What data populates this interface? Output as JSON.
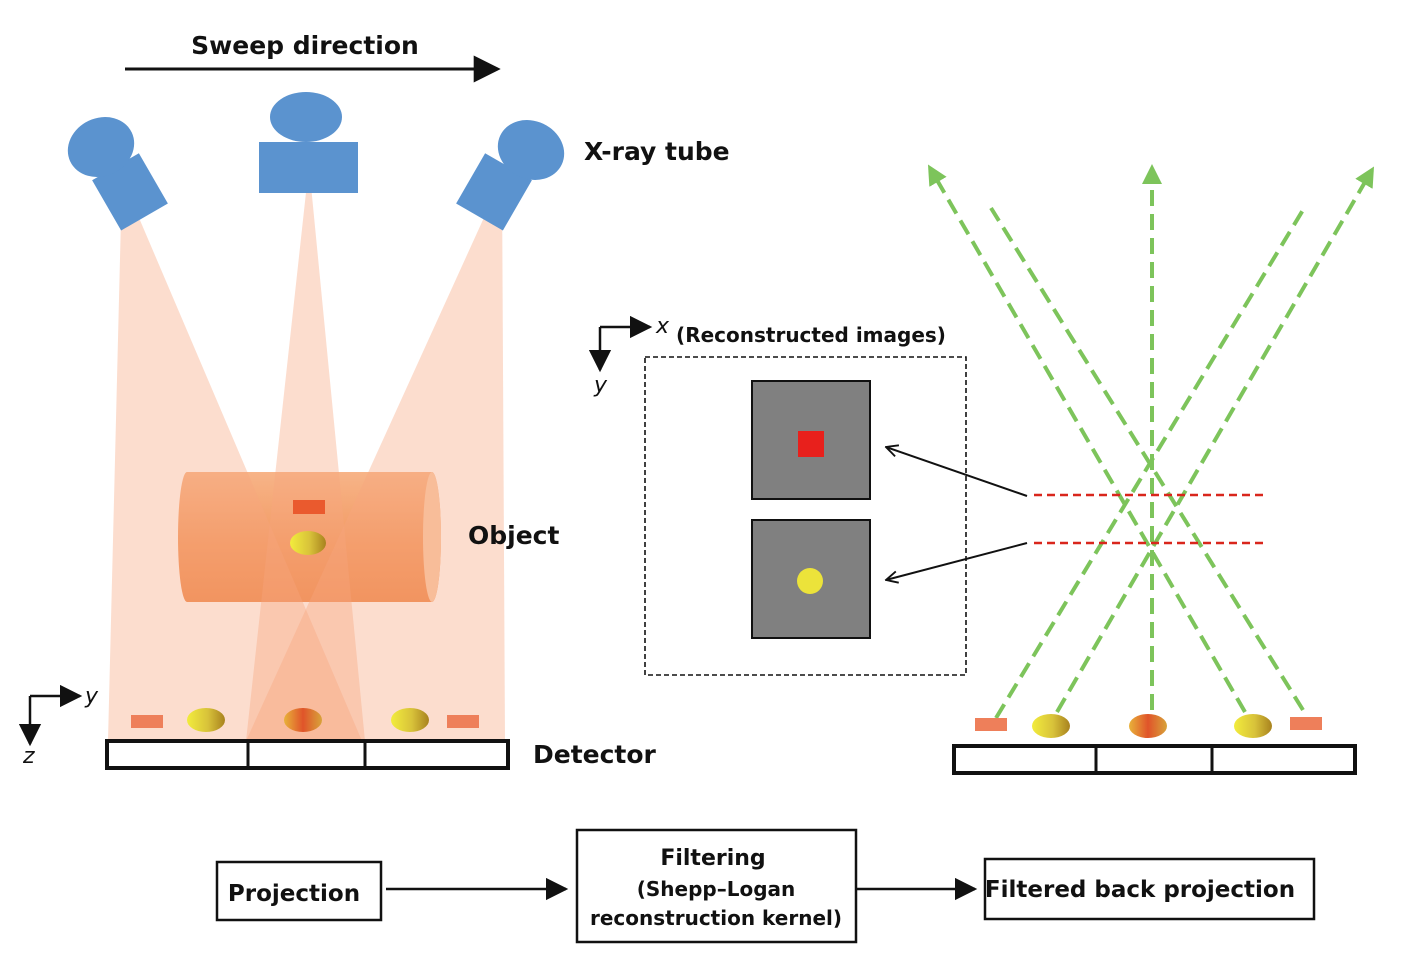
{
  "labels": {
    "sweep_direction": "Sweep direction",
    "xray_tube": "X-ray tube",
    "object": "Object",
    "detector": "Detector",
    "reconstructed_images": "(Reconstructed images)"
  },
  "axes": {
    "left_horizontal": "y",
    "left_vertical": "z",
    "mid_horizontal": "x",
    "mid_vertical": "y"
  },
  "flow": {
    "projection": "Projection",
    "filtering_title": "Filtering",
    "filtering_line1": "(Shepp–Logan",
    "filtering_line2": "reconstruction kernel)",
    "filtered_back_projection": "Filtered back projection"
  },
  "colors": {
    "tube": "#5B93CF",
    "beam": "#F6A57F",
    "object_body": "#F29A63",
    "reconstruction_line": "#7DC45B",
    "slice_line": "#D9261C",
    "red_feature": "#E8201C",
    "yellow_feature": "#ECE33A",
    "recon_panel": "#808080"
  },
  "icons": [
    "xray-tube-icon",
    "detector-icon",
    "object-cylinder-icon",
    "arrow-icon"
  ]
}
